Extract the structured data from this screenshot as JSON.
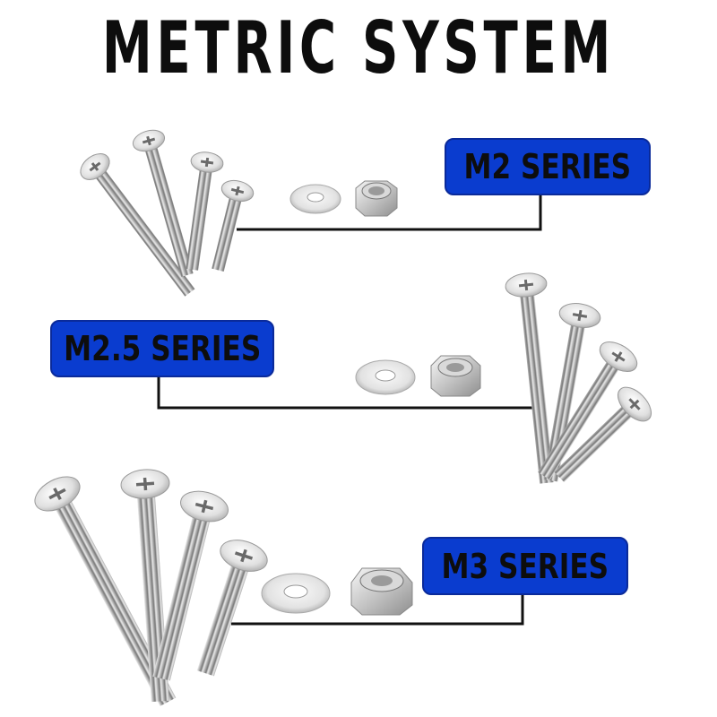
{
  "title": "METRIC SYSTEM",
  "colors": {
    "badge_fill": "#0a3ccf",
    "badge_border": "#0a2a9a",
    "text": "#0d0d0d",
    "metal_light": "#f2f2f2",
    "metal_mid": "#c8c8c8",
    "metal_dark": "#8a8a8a",
    "connector_line": "#111111"
  },
  "series": [
    {
      "id": "m2",
      "label": "M2 SERIES"
    },
    {
      "id": "m25",
      "label": "M2.5 SERIES"
    },
    {
      "id": "m3",
      "label": "M3 SERIES"
    }
  ],
  "icons": [
    "phillips-flat-head-screw-icon",
    "flat-washer-icon",
    "hex-lock-nut-icon"
  ]
}
